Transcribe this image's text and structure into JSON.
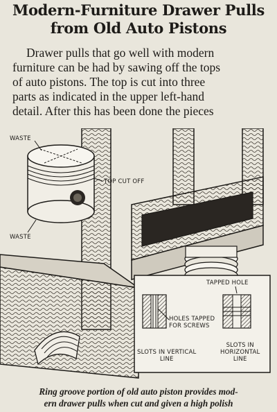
{
  "title": {
    "line1": "Modern-Furniture Drawer Pulls",
    "line2": "from Old Auto Pistons"
  },
  "body": {
    "lines": [
      "Drawer pulls that go well with modern",
      "furniture can be had by sawing off the tops",
      "of auto pistons. The top is cut into three",
      "parts as indicated in the upper left-hand",
      "detail. After this has been done the pieces"
    ]
  },
  "labels": {
    "waste_top": "WASTE",
    "top_cut_off": "TOP CUT OFF",
    "waste_bottom": "WASTE",
    "tapped_hole": "TAPPED HOLE",
    "holes_tapped_1": "HOLES TAPPED",
    "holes_tapped_2": "FOR SCREWS",
    "slots_vertical_1": "SLOTS IN VERTICAL",
    "slots_vertical_2": "LINE",
    "slots_horizontal_1": "SLOTS IN",
    "slots_horizontal_2": "HORIZONTAL",
    "slots_horizontal_3": "LINE"
  },
  "caption": {
    "line1": "Ring groove portion of old auto piston provides mod-",
    "line2": "ern drawer pulls when cut and given a high polish"
  }
}
